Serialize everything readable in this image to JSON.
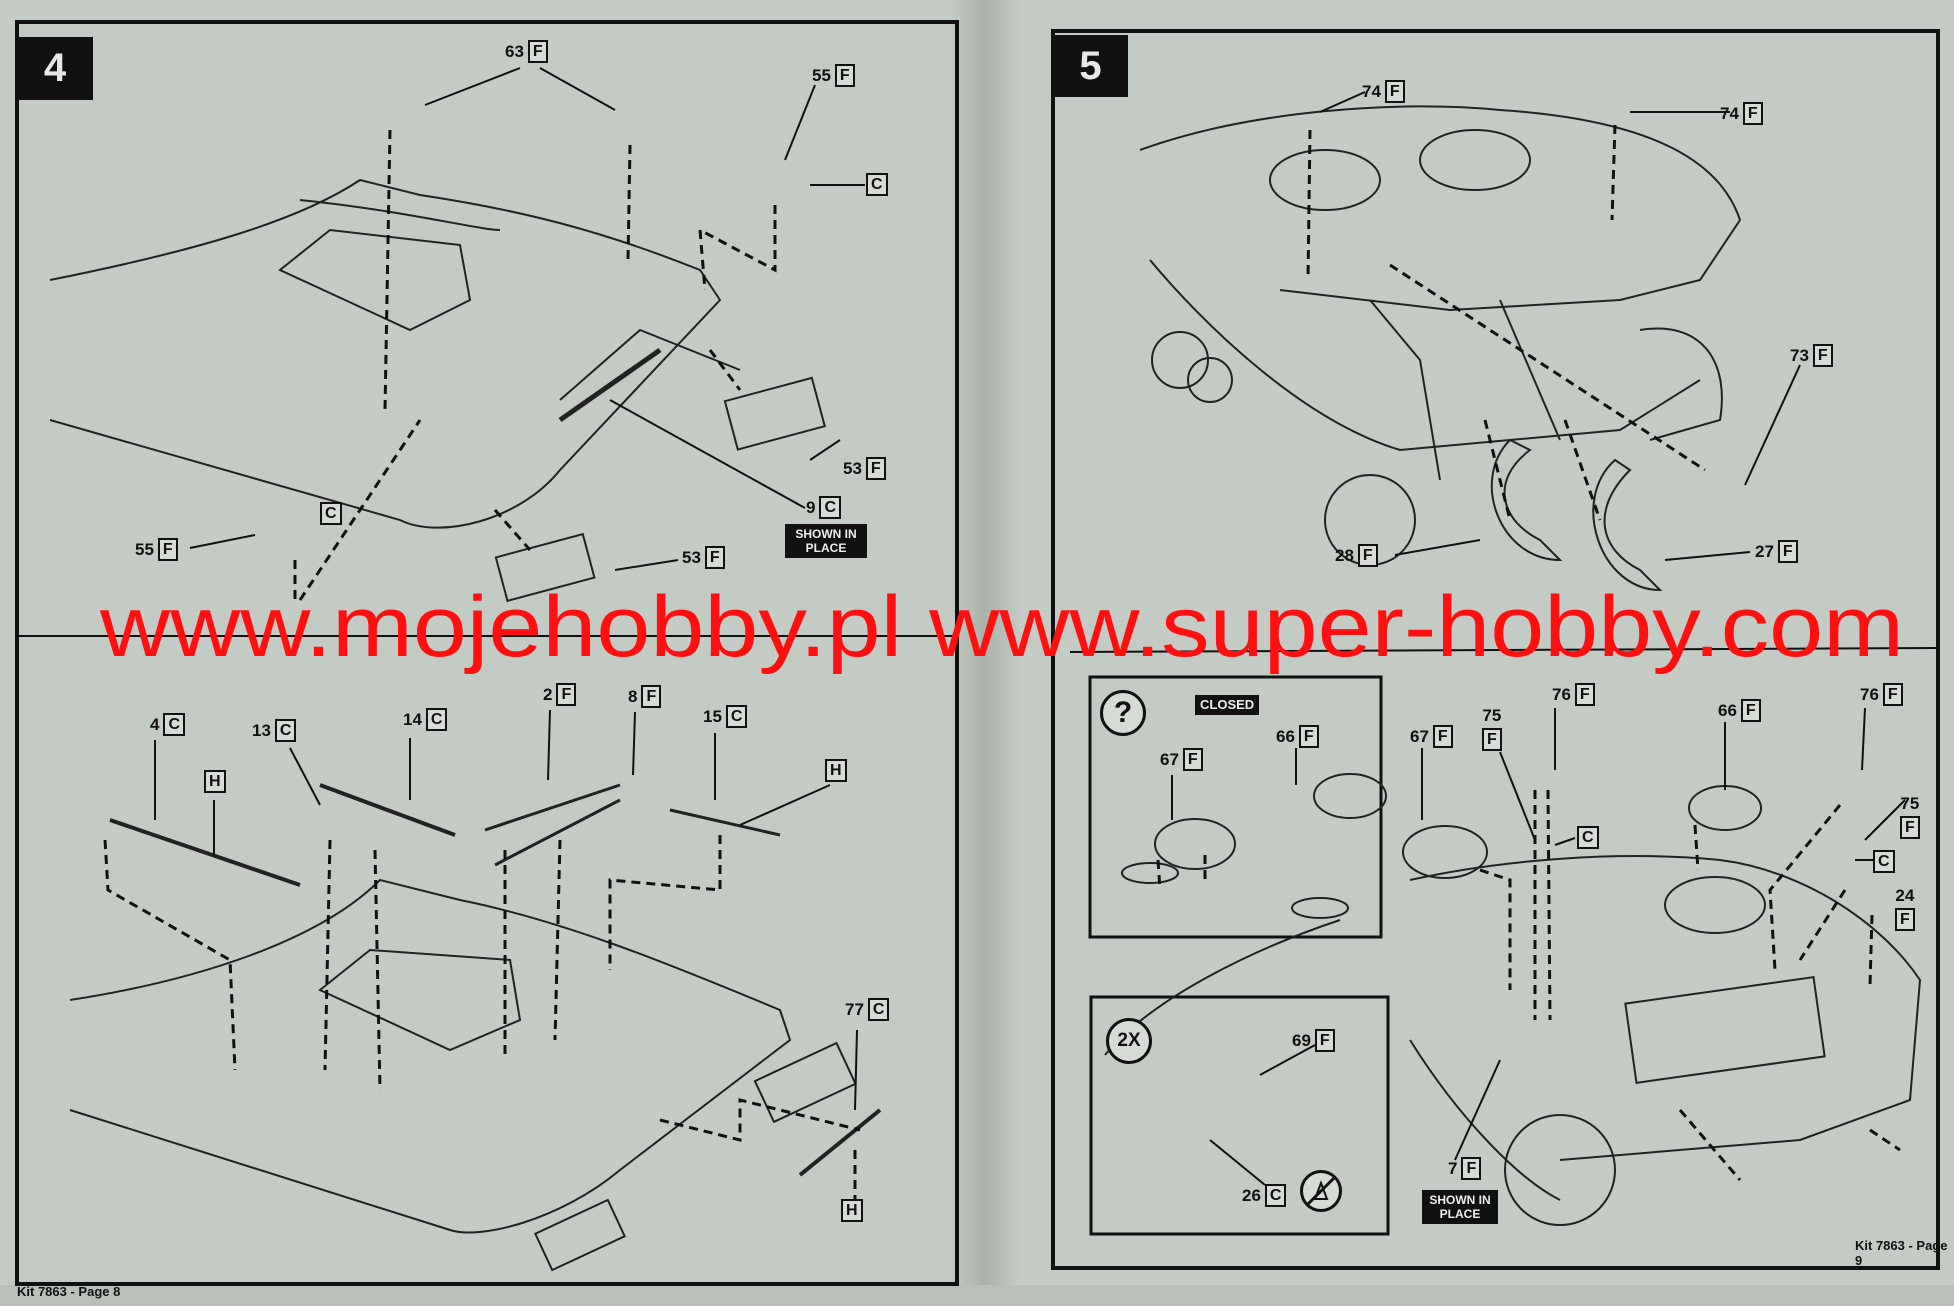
{
  "left_page": {
    "step_number": "4",
    "footer": "Kit 7863 - Page 8",
    "upper_callouts": [
      {
        "num": "63",
        "sprue": "F"
      },
      {
        "num": "55",
        "sprue": "F"
      },
      {
        "num": "",
        "sprue": "C"
      },
      {
        "num": "53",
        "sprue": "F"
      },
      {
        "num": "9",
        "sprue": "C"
      },
      {
        "num": "53",
        "sprue": "F"
      },
      {
        "num": "55",
        "sprue": "F"
      },
      {
        "num": "",
        "sprue": "C"
      }
    ],
    "shown_in_place": "SHOWN IN PLACE",
    "lower_callouts": [
      {
        "num": "2",
        "sprue": "F"
      },
      {
        "num": "8",
        "sprue": "F"
      },
      {
        "num": "4",
        "sprue": "C"
      },
      {
        "num": "13",
        "sprue": "C"
      },
      {
        "num": "14",
        "sprue": "C"
      },
      {
        "num": "15",
        "sprue": "C"
      },
      {
        "num": "",
        "sprue": "H"
      },
      {
        "num": "",
        "sprue": "H"
      },
      {
        "num": "77",
        "sprue": "C"
      },
      {
        "num": "",
        "sprue": "H"
      }
    ]
  },
  "right_page": {
    "step_number": "5",
    "footer": "Kit 7863 - Page 9",
    "upper_callouts": [
      {
        "num": "74",
        "sprue": "F"
      },
      {
        "num": "74",
        "sprue": "F"
      },
      {
        "num": "73",
        "sprue": "F"
      },
      {
        "num": "27",
        "sprue": "F"
      },
      {
        "num": "28",
        "sprue": "F"
      }
    ],
    "inset_option": {
      "icon": "question-mark",
      "label": "?",
      "closed_tag": "CLOSED",
      "callouts": [
        {
          "num": "67",
          "sprue": "F"
        },
        {
          "num": "66",
          "sprue": "F"
        }
      ]
    },
    "lower_callouts": [
      {
        "num": "67",
        "sprue": "F"
      },
      {
        "num": "75",
        "sprue": "F"
      },
      {
        "num": "76",
        "sprue": "F"
      },
      {
        "num": "",
        "sprue": "C"
      },
      {
        "num": "66",
        "sprue": "F"
      },
      {
        "num": "76",
        "sprue": "F"
      },
      {
        "num": "75",
        "sprue": "F"
      },
      {
        "num": "",
        "sprue": "C"
      },
      {
        "num": "24",
        "sprue": "F"
      },
      {
        "num": "7",
        "sprue": "F"
      }
    ],
    "inset_repeat": {
      "multiplier": "2X",
      "callouts": [
        {
          "num": "69",
          "sprue": "F"
        },
        {
          "num": "26",
          "sprue": "C"
        }
      ],
      "no_glue_icon": "no-glue-icon"
    },
    "shown_in_place": "SHOWN IN PLACE"
  },
  "watermark": "www.mojehobby.pl www.super-hobby.com",
  "colors": {
    "watermark": "#ff1010",
    "paper": "#c4cbc4",
    "ink": "#111111"
  }
}
